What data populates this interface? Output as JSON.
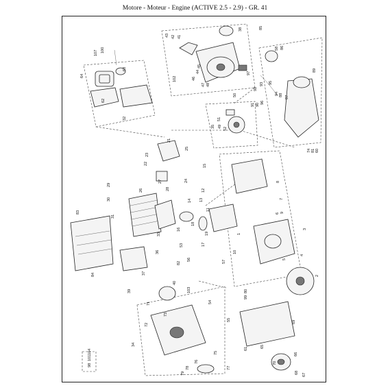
{
  "title": "Motore - Moteur - Engine (ACTIVE 2.5 - 2.9)  - GR. 41",
  "part_numbers": [
    "107",
    "100",
    "64",
    "63",
    "62",
    "32",
    "43",
    "42",
    "41",
    "38",
    "97",
    "102",
    "44",
    "46",
    "47",
    "48",
    "45",
    "85",
    "86",
    "58",
    "95",
    "94",
    "96",
    "87",
    "88",
    "89",
    "93",
    "90",
    "91",
    "92",
    "74",
    "81",
    "60",
    "2",
    "50",
    "35",
    "49",
    "52",
    "51",
    "21",
    "22",
    "23",
    "25",
    "26",
    "24",
    "27",
    "28",
    "29",
    "30",
    "31",
    "36",
    "33",
    "34",
    "1",
    "18",
    "19",
    "17",
    "14",
    "15",
    "16",
    "12",
    "13",
    "3",
    "4",
    "5",
    "6",
    "7",
    "8",
    "9",
    "10",
    "11",
    "56",
    "53",
    "54",
    "55",
    "82",
    "57",
    "103",
    "40",
    "39",
    "71",
    "72",
    "73",
    "69",
    "70",
    "65",
    "61",
    "66",
    "67",
    "68",
    "75",
    "77",
    "76",
    "78",
    "79",
    "80",
    "99",
    "37",
    "84",
    "83",
    "104",
    "101",
    "98"
  ],
  "legend": [
    "104",
    "101",
    "98"
  ]
}
